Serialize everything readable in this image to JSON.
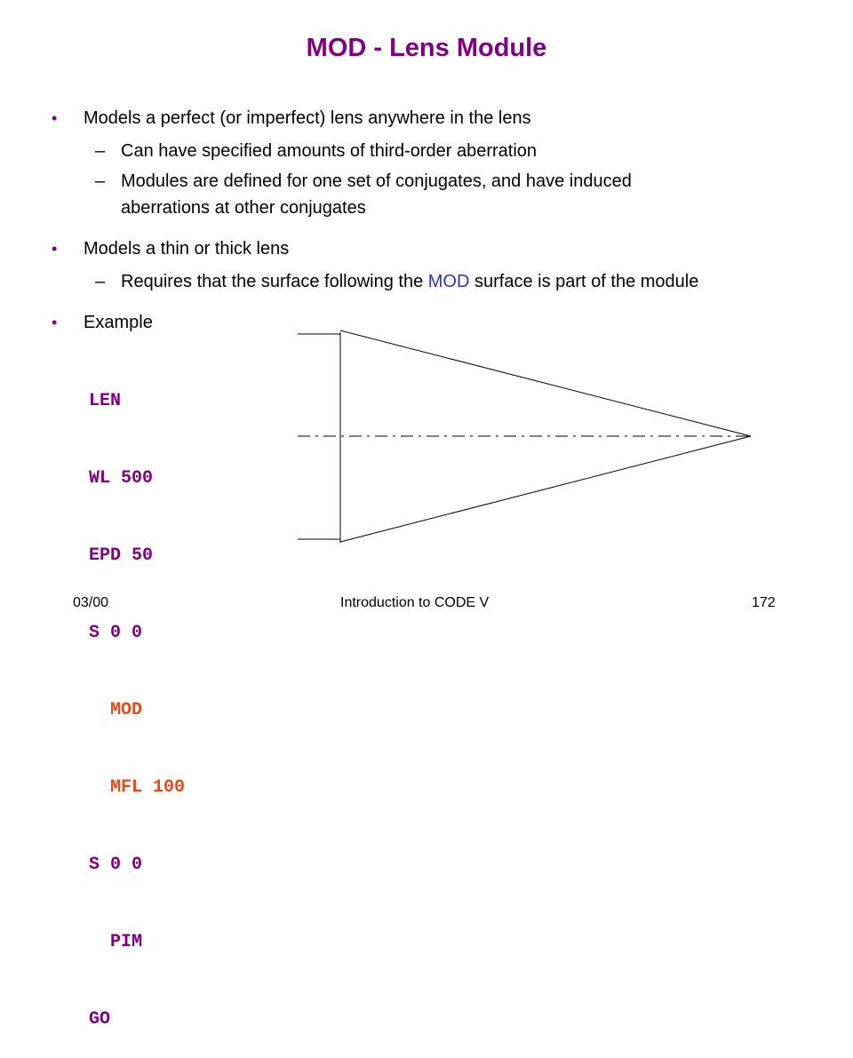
{
  "title": "MOD - Lens Module",
  "bullets": [
    {
      "text": "Models a perfect (or imperfect) lens anywhere in the lens",
      "subs": [
        "Can have specified amounts of third-order aberration",
        "Modules are defined for one set of conjugates, and have induced",
        "aberrations at other conjugates"
      ]
    },
    {
      "text": "Models a thin or thick lens",
      "sub_prefix": "Requires that the surface following the ",
      "sub_highlight": "MOD",
      "sub_suffix": " surface is part of the module"
    },
    {
      "text": "Example"
    }
  ],
  "bullet_symbol": "•",
  "dash_symbol": "–",
  "code_lines": [
    {
      "text": "LEN",
      "color": "#800080"
    },
    {
      "text": "WL 500",
      "color": "#800080"
    },
    {
      "text": "EPD 50",
      "color": "#800080"
    },
    {
      "text": "S 0 0",
      "color": "#800080"
    },
    {
      "text": "  MOD",
      "color": "#e64a19"
    },
    {
      "text": "  MFL 100",
      "color": "#e64a19"
    },
    {
      "text": "S 0 0",
      "color": "#800080"
    },
    {
      "text": "  PIM",
      "color": "#800080"
    },
    {
      "text": "GO",
      "color": "#800080"
    }
  ],
  "footer": {
    "left": "03/00",
    "center": "Introduction to CODE V",
    "right": "172"
  },
  "colors": {
    "title": "#800080",
    "bullet": "#800080",
    "highlight": "#3333bb",
    "code_purple": "#800080",
    "code_orange": "#e64a19"
  }
}
